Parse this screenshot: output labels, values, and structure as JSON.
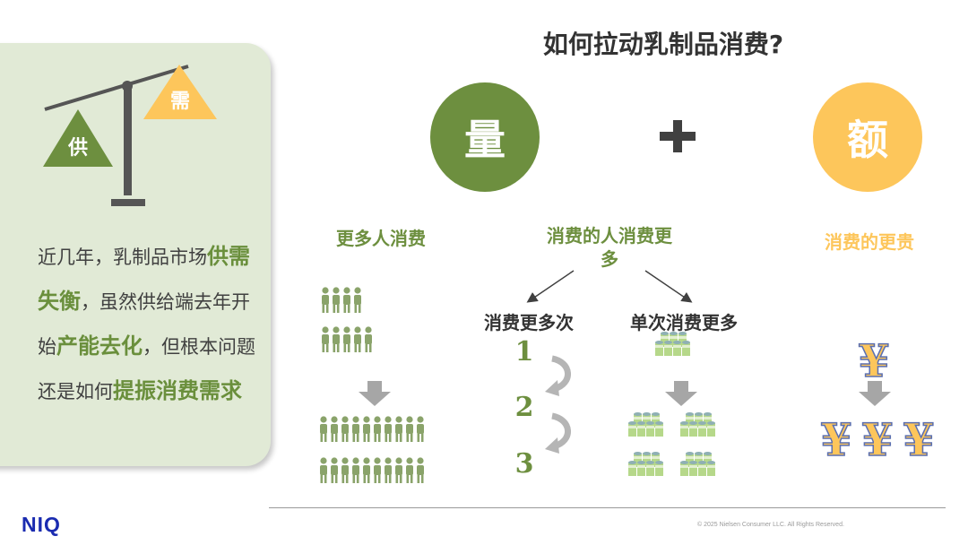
{
  "title": "如何拉动乳制品消费?",
  "balance": {
    "supply_label": "供",
    "demand_label": "需"
  },
  "summary": {
    "t1": "近几年，乳制品市场",
    "h1": "供需失衡",
    "t2": "，虽然供给端去年开始",
    "h2": "产能去化",
    "t3": "，但根本问题还是如何",
    "h3": "提振消费需求"
  },
  "circles": {
    "volume": "量",
    "amount": "额"
  },
  "headings": {
    "more_people": "更多人消费",
    "consumer_more": "消费的人消费更多",
    "pricier": "消费的更贵",
    "more_times": "消费更多次",
    "more_per_time": "单次消费更多"
  },
  "steps": [
    "1",
    "2",
    "3"
  ],
  "currency_symbol": "¥",
  "footer": {
    "logo": "NIQ",
    "copyright": "© 2025 Nielsen Consumer LLC. All Rights Reserved."
  },
  "colors": {
    "green": "#6d8f3f",
    "yellow": "#fdc65b",
    "gray": "#a6a6a6",
    "panel": "#e1ead6"
  }
}
